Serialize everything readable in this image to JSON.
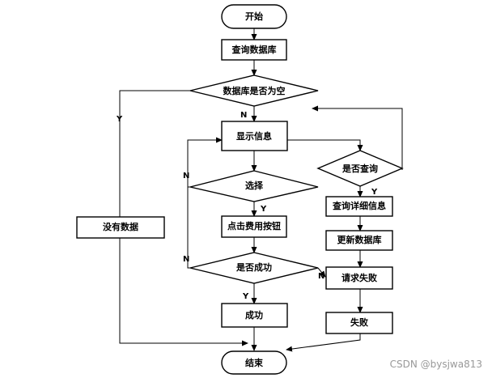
{
  "nodes": {
    "start": "开始",
    "query_db": "查询数据库",
    "db_empty": "数据库是否为空",
    "show_info": "显示信息",
    "is_query": "是否查询",
    "select": "选择",
    "click_fee": "点击费用按钮",
    "no_data": "没有数据",
    "query_detail": "查询详细信息",
    "update_db": "更新数据库",
    "is_success": "是否成功",
    "request_fail": "请求失败",
    "success": "成功",
    "fail": "失败",
    "end": "结束"
  },
  "edge_labels": {
    "db_empty_yes": "Y",
    "db_empty_no": "N",
    "select_yes": "Y",
    "select_no": "N",
    "is_query_yes": "Y",
    "success_no_left": "N",
    "success_no_right": "N",
    "success_yes": "Y"
  },
  "watermark": "CSDN @bysjwa813"
}
